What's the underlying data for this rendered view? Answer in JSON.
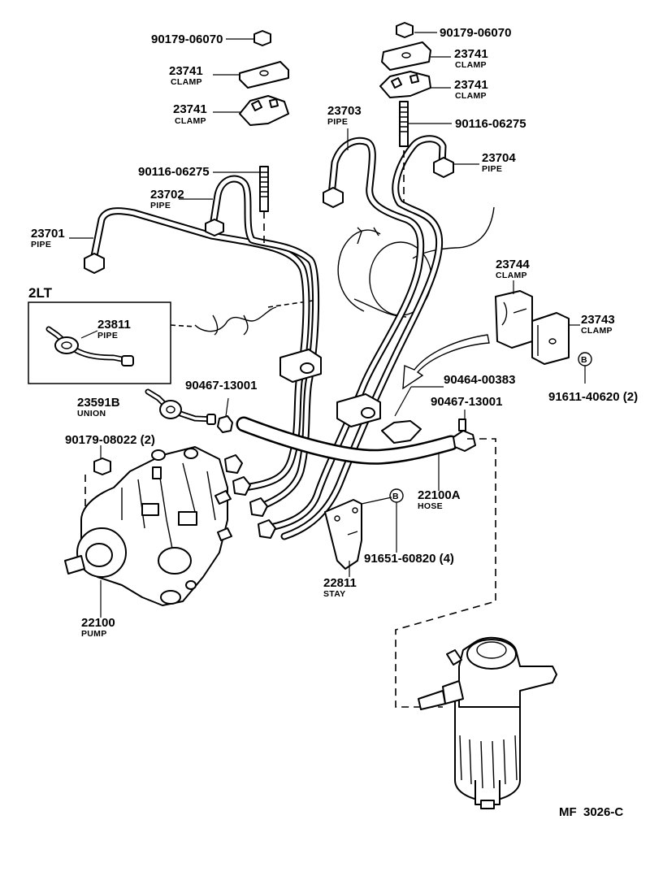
{
  "diagram_id": "MF  3026-C",
  "variant": "2LT",
  "callouts": {
    "nut_top_left": {
      "part_no": "90179-06070"
    },
    "nut_top_right": {
      "part_no": "90179-06070"
    },
    "clamp_tl_1": {
      "part_no": "23741",
      "name": "CLAMP"
    },
    "clamp_tl_2": {
      "part_no": "23741",
      "name": "CLAMP"
    },
    "clamp_tr_1": {
      "part_no": "23741",
      "name": "CLAMP"
    },
    "clamp_tr_2": {
      "part_no": "23741",
      "name": "CLAMP"
    },
    "pipe_23703": {
      "part_no": "23703",
      "name": "PIPE"
    },
    "stud_right": {
      "part_no": "90116-06275"
    },
    "pipe_23704": {
      "part_no": "23704",
      "name": "PIPE"
    },
    "stud_left": {
      "part_no": "90116-06275"
    },
    "pipe_23702": {
      "part_no": "23702",
      "name": "PIPE"
    },
    "pipe_23701": {
      "part_no": "23701",
      "name": "PIPE"
    },
    "clamp_23744": {
      "part_no": "23744",
      "name": "CLAMP"
    },
    "clamp_23743": {
      "part_no": "23743",
      "name": "CLAMP"
    },
    "bolt_91611": {
      "part_no": "91611-40620 (2)",
      "marker": "B"
    },
    "pipe_23811": {
      "part_no": "23811",
      "name": "PIPE"
    },
    "clip_90464": {
      "part_no": "90464-00383"
    },
    "clip_90467_l": {
      "part_no": "90467-13001"
    },
    "clip_90467_r": {
      "part_no": "90467-13001"
    },
    "union_23591b": {
      "part_no": "23591B",
      "name": "UNION"
    },
    "nut_90179_08022": {
      "part_no": "90179-08022 (2)"
    },
    "hose_22100a": {
      "part_no": "22100A",
      "name": "HOSE"
    },
    "bolt_91651": {
      "part_no": "91651-60820 (4)",
      "marker": "B"
    },
    "stay_22811": {
      "part_no": "22811",
      "name": "STAY"
    },
    "pump_22100": {
      "part_no": "22100",
      "name": "PUMP"
    }
  }
}
